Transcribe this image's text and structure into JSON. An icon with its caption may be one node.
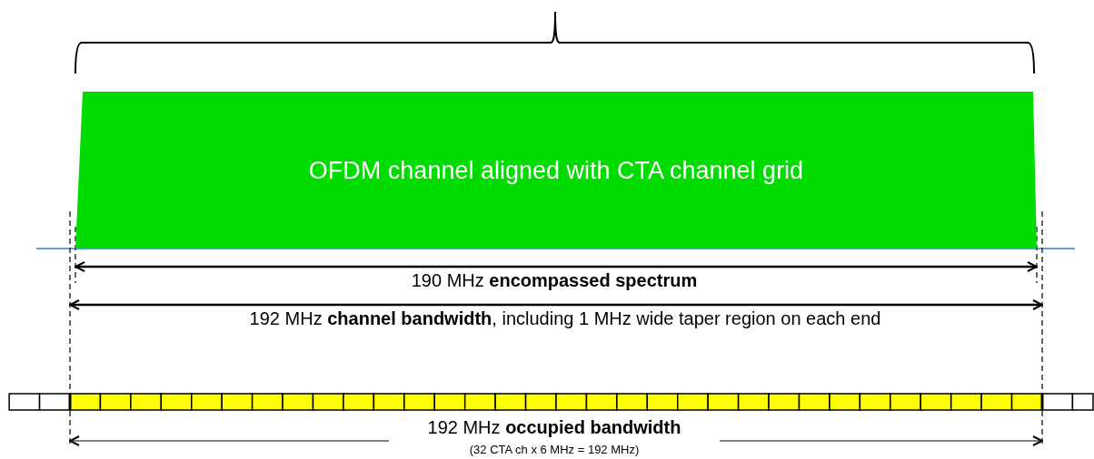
{
  "diagram": {
    "nodes": [
      {
        "text": [
          "OFDM channel aligned with CTA channel grid"
        ]
      }
    ],
    "labels": [
      "190 MHz **encompassed spectrum**",
      "192 MHz **channel bandwidth**,  including 1 MHz wide taper region on each end",
      "192 MHz **occupied bandwidth**",
      "(32 CTA ch x 6 MHz = 192 MHz)"
    ]
  }
}
